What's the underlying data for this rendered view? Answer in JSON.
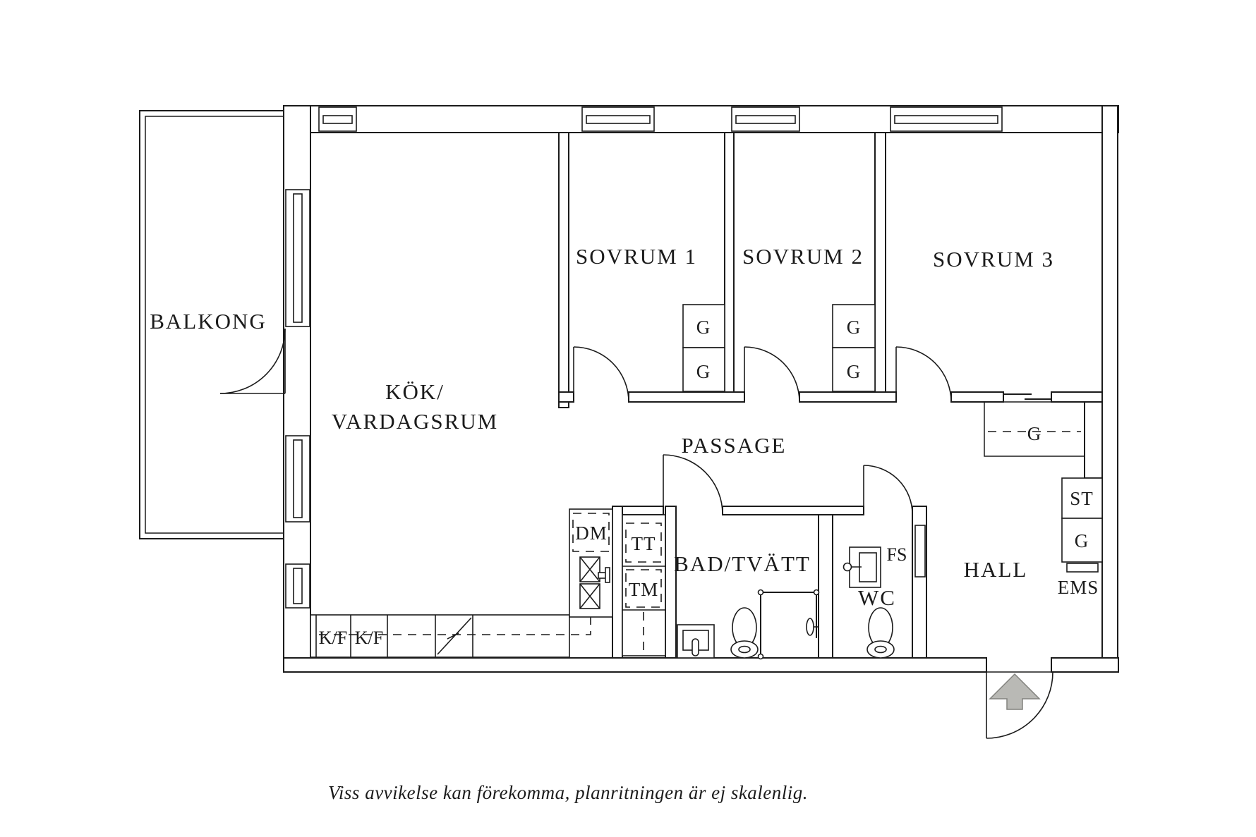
{
  "footer": {
    "disclaimer": "Viss avvikelse kan förekomma, planritningen är ej skalenlig."
  },
  "colors": {
    "ink": "#1b1b1b",
    "background": "#ffffff",
    "arrow_fill": "#b9b9b5",
    "arrow_stroke": "#82827e"
  },
  "rooms": {
    "balcony": "BALKONG",
    "kitchen_living_line1": "KÖK/",
    "kitchen_living_line2": "VARDAGSRUM",
    "bedroom1": "SOVRUM 1",
    "bedroom2": "SOVRUM 2",
    "bedroom3": "SOVRUM 3",
    "passage": "PASSAGE",
    "bathroom": "BAD/TVÄTT",
    "wc": "WC",
    "hall": "HALL"
  },
  "fixtures": {
    "wardrobe": "G",
    "dishwasher": "DM",
    "dryer": "TT",
    "washing_machine": "TM",
    "fridge_freezer": "K/F",
    "cleaning_closet": "ST",
    "electrical_cabinet": "EMS",
    "distribution_cabinet": "FS"
  }
}
